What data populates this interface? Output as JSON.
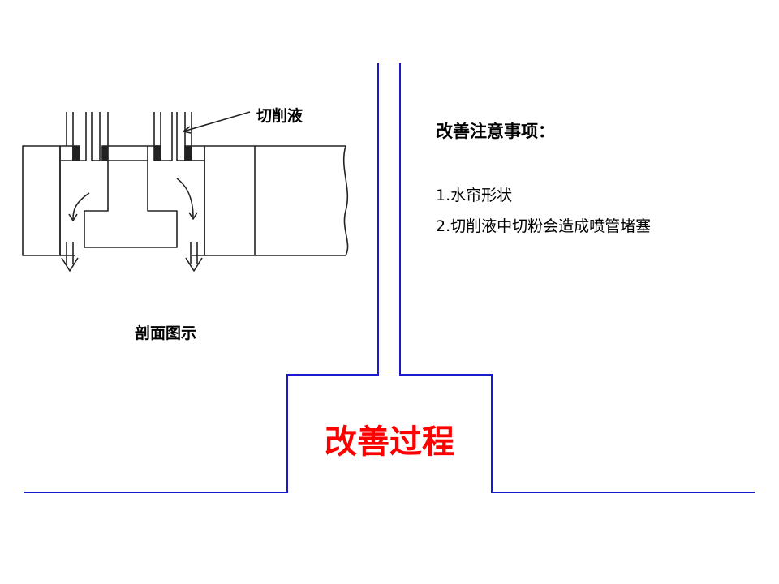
{
  "diagram": {
    "fluid_label": "切削液",
    "section_label": "剖面图示"
  },
  "notes": {
    "title": "改善注意事项：",
    "items": [
      "1.水帘形状",
      "2.切削液中切粉会造成喷管堵塞"
    ]
  },
  "process": {
    "title": "改善过程"
  },
  "colors": {
    "frame_line": "#1a1acc",
    "title_red": "#ff0000",
    "text": "#000000"
  }
}
